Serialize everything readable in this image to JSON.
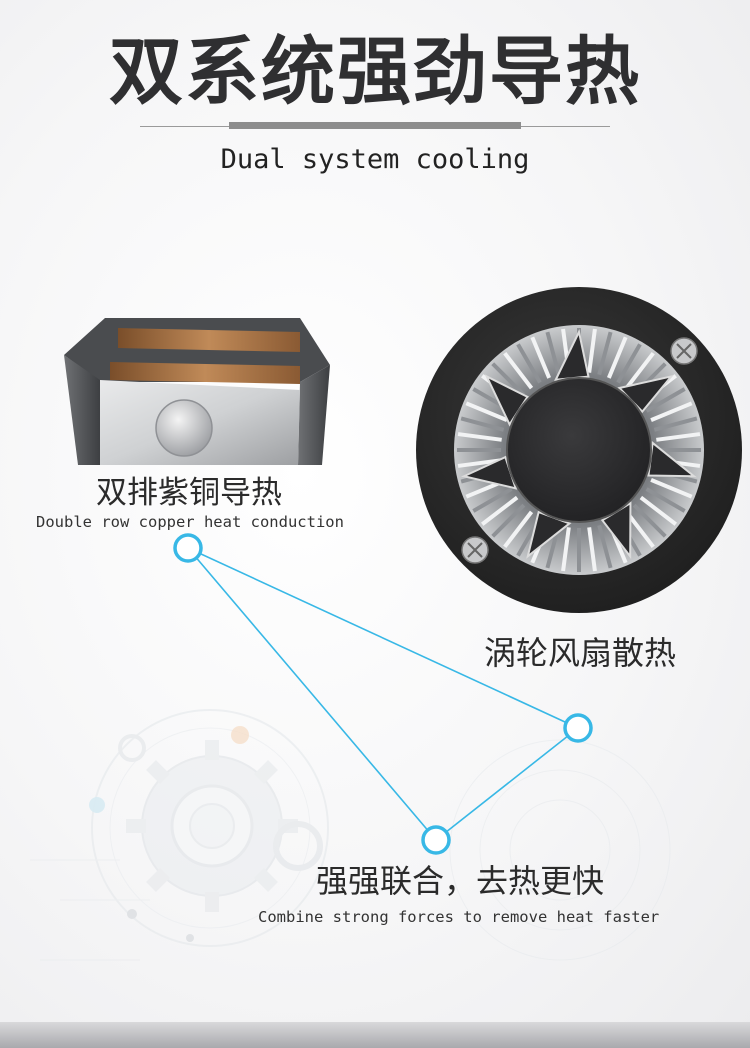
{
  "header": {
    "title": "双系统强劲导热",
    "subtitle": "Dual system cooling"
  },
  "features": {
    "copper": {
      "label_cn": "双排紫铜导热",
      "label_en": "Double row copper heat conduction"
    },
    "fan": {
      "label_cn": "涡轮风扇散热"
    },
    "combined": {
      "label_cn": "强强联合，去热更快",
      "label_en": "Combine strong forces to remove heat faster"
    }
  },
  "icons": {
    "copper_block": "copper-heat-pipe-block-icon",
    "fan": "turbo-fan-icon",
    "gear": "gear-background-icon"
  },
  "colors": {
    "accent": "#38b8e6",
    "title": "#2f2f31",
    "copper": "#9a6a3c",
    "fan_body": "#262626"
  }
}
